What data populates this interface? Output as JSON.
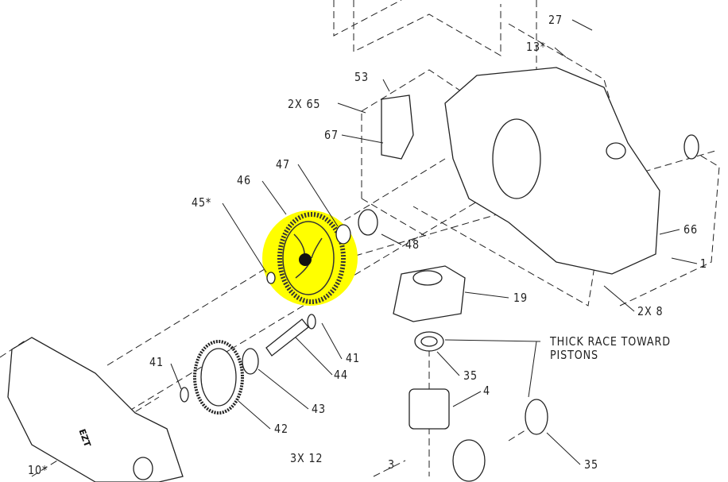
{
  "diagram": {
    "highlight_color": "#ffff00",
    "housing_marking": "EZT",
    "callouts": {
      "c27": "27",
      "c13": "13*",
      "c53": "53",
      "c65": "2X 65",
      "c67": "67",
      "c47": "47",
      "c46": "46",
      "c45": "45*",
      "c48": "48",
      "c66": "66",
      "c1": "1",
      "c19": "19",
      "c8": "2X 8",
      "c41a": "41",
      "c44": "44",
      "c41b": "41",
      "c35a": "35",
      "c4": "4",
      "c43": "43",
      "c42": "42",
      "c35b": "35",
      "c12": "3X 12",
      "c3": "3",
      "c10": "10*"
    },
    "note_line1": "THICK RACE TOWARD",
    "note_line2": "PISTONS"
  }
}
